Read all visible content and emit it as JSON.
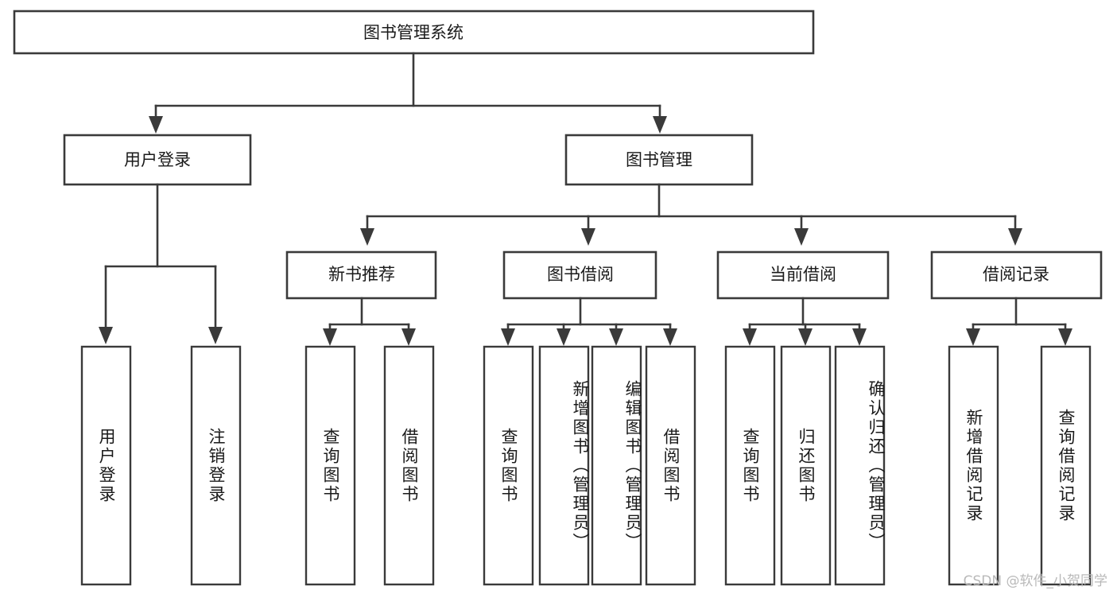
{
  "diagram": {
    "title": "图书管理系统",
    "type": "tree-hierarchy",
    "orientation": "top-down",
    "root": {
      "label": "图书管理系统"
    },
    "level2": [
      {
        "label": "用户登录"
      },
      {
        "label": "图书管理"
      }
    ],
    "level3": [
      {
        "label": "新书推荐"
      },
      {
        "label": "图书借阅"
      },
      {
        "label": "当前借阅"
      },
      {
        "label": "借阅记录"
      }
    ],
    "leaves": {
      "user_login": [
        {
          "label": "用户登录"
        },
        {
          "label": "注销登录"
        }
      ],
      "new_book_recommend": [
        {
          "label": "查询图书"
        },
        {
          "label": "借阅图书"
        }
      ],
      "book_borrow": [
        {
          "label": "查询图书"
        },
        {
          "label": "新增图书（管理员）"
        },
        {
          "label": "编辑图书（管理员）"
        },
        {
          "label": "借阅图书"
        }
      ],
      "current_borrow": [
        {
          "label": "查询图书"
        },
        {
          "label": "归还图书"
        },
        {
          "label": "确认归还（管理员）"
        }
      ],
      "borrow_record": [
        {
          "label": "新增借阅记录"
        },
        {
          "label": "查询借阅记录"
        }
      ]
    }
  },
  "watermark": {
    "text": "CSDN @软件_小贺同学"
  },
  "colors": {
    "stroke": "#3a3a3a",
    "fill": "#ffffff",
    "text": "#1a1a1a",
    "watermark": "#b9b9b9"
  }
}
